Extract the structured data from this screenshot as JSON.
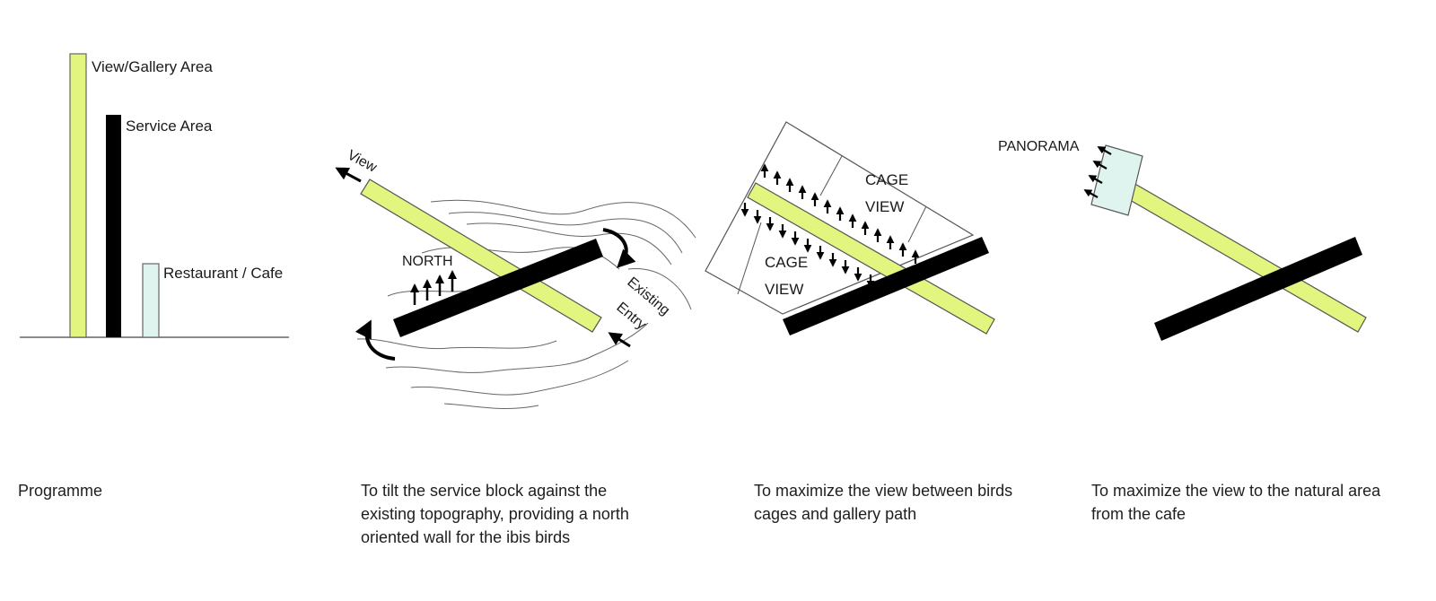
{
  "colors": {
    "gallery": "#e2f57e",
    "service": "#000000",
    "restaurant": "#dff4ef",
    "line": "#555555"
  },
  "panel_programme": {
    "gallery_label": "View/Gallery Area",
    "service_label": "Service Area",
    "restaurant_label": "Restaurant / Cafe",
    "caption": "Programme"
  },
  "panel_tilt": {
    "view_label": "View",
    "north_label": "NORTH",
    "entry_label_1": "Existing",
    "entry_label_2": "Entry",
    "caption": "To tilt the service block against the\nexisting topography, providing a north\noriented wall for the ibis birds"
  },
  "panel_cage": {
    "cage_label_1": "CAGE",
    "view_label_1": "VIEW",
    "cage_label_2": "CAGE",
    "view_label_2": "VIEW",
    "caption": "To maximize the view between birds\ncages and gallery path"
  },
  "panel_panorama": {
    "panorama_label": "PANORAMA",
    "caption": "To maximize the view to the natural area\n from the cafe"
  }
}
